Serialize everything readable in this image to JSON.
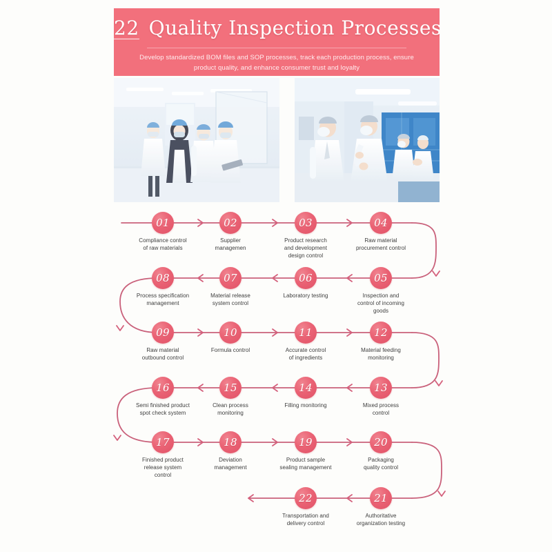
{
  "banner": {
    "count": "22",
    "title": "Quality Inspection Processes",
    "subtitle": "Develop standardized BOM files and SOP processes, track each production process, ensure product quality, and enhance consumer trust and loyalty",
    "bg_color": "#f2707c",
    "title_color": "#ffffff"
  },
  "photos": [
    {
      "alt": "Cleanroom staff in white coveralls, blue caps and face masks walking through a bright white production corridor"
    },
    {
      "alt": "Inspectors in white lab coats, hairnets and masks examining a sample beside blue production equipment"
    }
  ],
  "flow": {
    "accent_color": "#e05267",
    "line_color": "#c9607a",
    "steps": [
      {
        "num": "01",
        "label": "Compliance control\nof raw materials"
      },
      {
        "num": "02",
        "label": "Supplier\nmanagemen"
      },
      {
        "num": "03",
        "label": "Product research\nand development\ndesign control"
      },
      {
        "num": "04",
        "label": "Raw material\nprocurement control"
      },
      {
        "num": "05",
        "label": "Inspection and\ncontrol of incoming\ngoods"
      },
      {
        "num": "06",
        "label": "Laboratory testing"
      },
      {
        "num": "07",
        "label": "Material release\nsystem control"
      },
      {
        "num": "08",
        "label": "Process specification\nmanagement"
      },
      {
        "num": "09",
        "label": "Raw material\noutbound control"
      },
      {
        "num": "10",
        "label": "Formula control"
      },
      {
        "num": "11",
        "label": "Accurate control\nof ingredients"
      },
      {
        "num": "12",
        "label": "Material feeding\nmonitoring"
      },
      {
        "num": "13",
        "label": "Mixed process\ncontrol"
      },
      {
        "num": "14",
        "label": "Filling monitoring"
      },
      {
        "num": "15",
        "label": "Clean process\nmonitoring"
      },
      {
        "num": "16",
        "label": "Semi finished product\nspot check system"
      },
      {
        "num": "17",
        "label": "Finished product\nrelease system\ncontrol"
      },
      {
        "num": "18",
        "label": "Deviation\nmanagement"
      },
      {
        "num": "19",
        "label": "Product sample\nsealing management"
      },
      {
        "num": "20",
        "label": "Packaging\nquality control"
      },
      {
        "num": "21",
        "label": "Authoritative\norganization testing"
      },
      {
        "num": "22",
        "label": "Transportation and\ndelivery control"
      }
    ]
  }
}
